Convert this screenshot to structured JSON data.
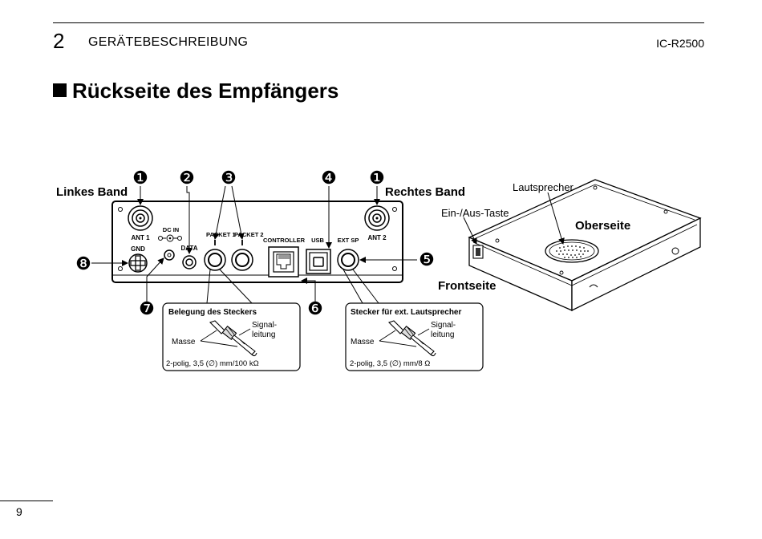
{
  "header": {
    "chapter_number": "2",
    "chapter_title": "GERÄTEBESCHREIBUNG",
    "model": "IC-R2500"
  },
  "section_title": "Rückseite des Empfängers",
  "page_number": "9",
  "figure": {
    "callouts": [
      "❶",
      "❷",
      "❸",
      "❹",
      "❶",
      "❺",
      "❻",
      "❼",
      "❽"
    ],
    "linkes_band": "Linkes Band",
    "rechtes_band": "Rechtes Band",
    "panel_labels": {
      "ant1": "ANT 1",
      "ant2": "ANT 2",
      "dc_in": "DC IN",
      "gnd": "GND",
      "data": "DATA",
      "packet1": "PACKET 1",
      "packet2": "PACKET 2",
      "controller": "CONTROLLER",
      "usb": "USB",
      "ext_sp": "EXT SP"
    },
    "box_left": {
      "title": "Belegung des Steckers",
      "signal_1": "Signal-",
      "signal_2": "leitung",
      "masse": "Masse",
      "spec": "2-polig, 3,5 (∅) mm/100 kΩ"
    },
    "box_right": {
      "title": "Stecker für ext. Lautsprecher",
      "signal_1": "Signal-",
      "signal_2": "leitung",
      "masse": "Masse",
      "spec": "2-polig, 3,5 (∅) mm/8 Ω"
    },
    "device": {
      "lautsprecher": "Lautsprecher",
      "ein_aus": "Ein-/Aus-Taste",
      "oberseite": "Oberseite",
      "frontseite": "Frontseite"
    }
  }
}
